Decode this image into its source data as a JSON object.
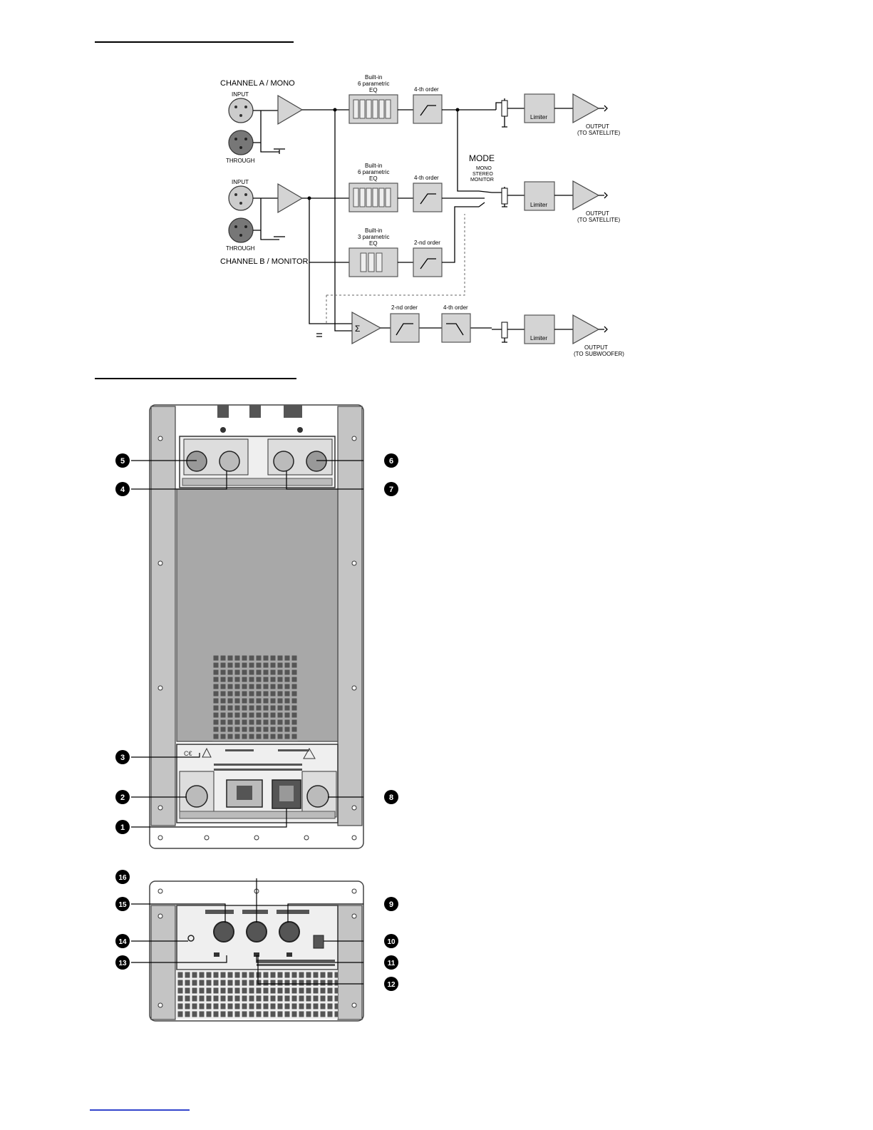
{
  "diagram": {
    "channel_a_label": "CHANNEL A / MONO",
    "channel_b_label": "CHANNEL B / MONITOR",
    "input_label": "INPUT",
    "through_label": "THROUGH",
    "eq6_line1": "Built-in",
    "eq6_line2": "6 parametric",
    "eq6_line3": "EQ",
    "eq3_line1": "Built-in",
    "eq3_line2": "3 parametric",
    "eq3_line3": "EQ",
    "order4": "4-th order",
    "order2": "2-nd order",
    "mode_title": "MODE",
    "mode_mono": "MONO",
    "mode_stereo": "STEREO",
    "mode_monitor": "MONITOR",
    "limiter": "Limiter",
    "output": "OUTPUT",
    "to_satellite": "(TO SATELLITE)",
    "to_subwoofer": "(TO SUBWOOFER)",
    "sum_symbol": "Σ"
  },
  "callouts": [
    "1",
    "2",
    "3",
    "4",
    "5",
    "6",
    "7",
    "8",
    "9",
    "10",
    "11",
    "12",
    "13",
    "14",
    "15",
    "16"
  ],
  "colors": {
    "block_fill": "#d4d4d4",
    "panel_gray": "#a8a8a8",
    "callout_bg": "#000000"
  }
}
